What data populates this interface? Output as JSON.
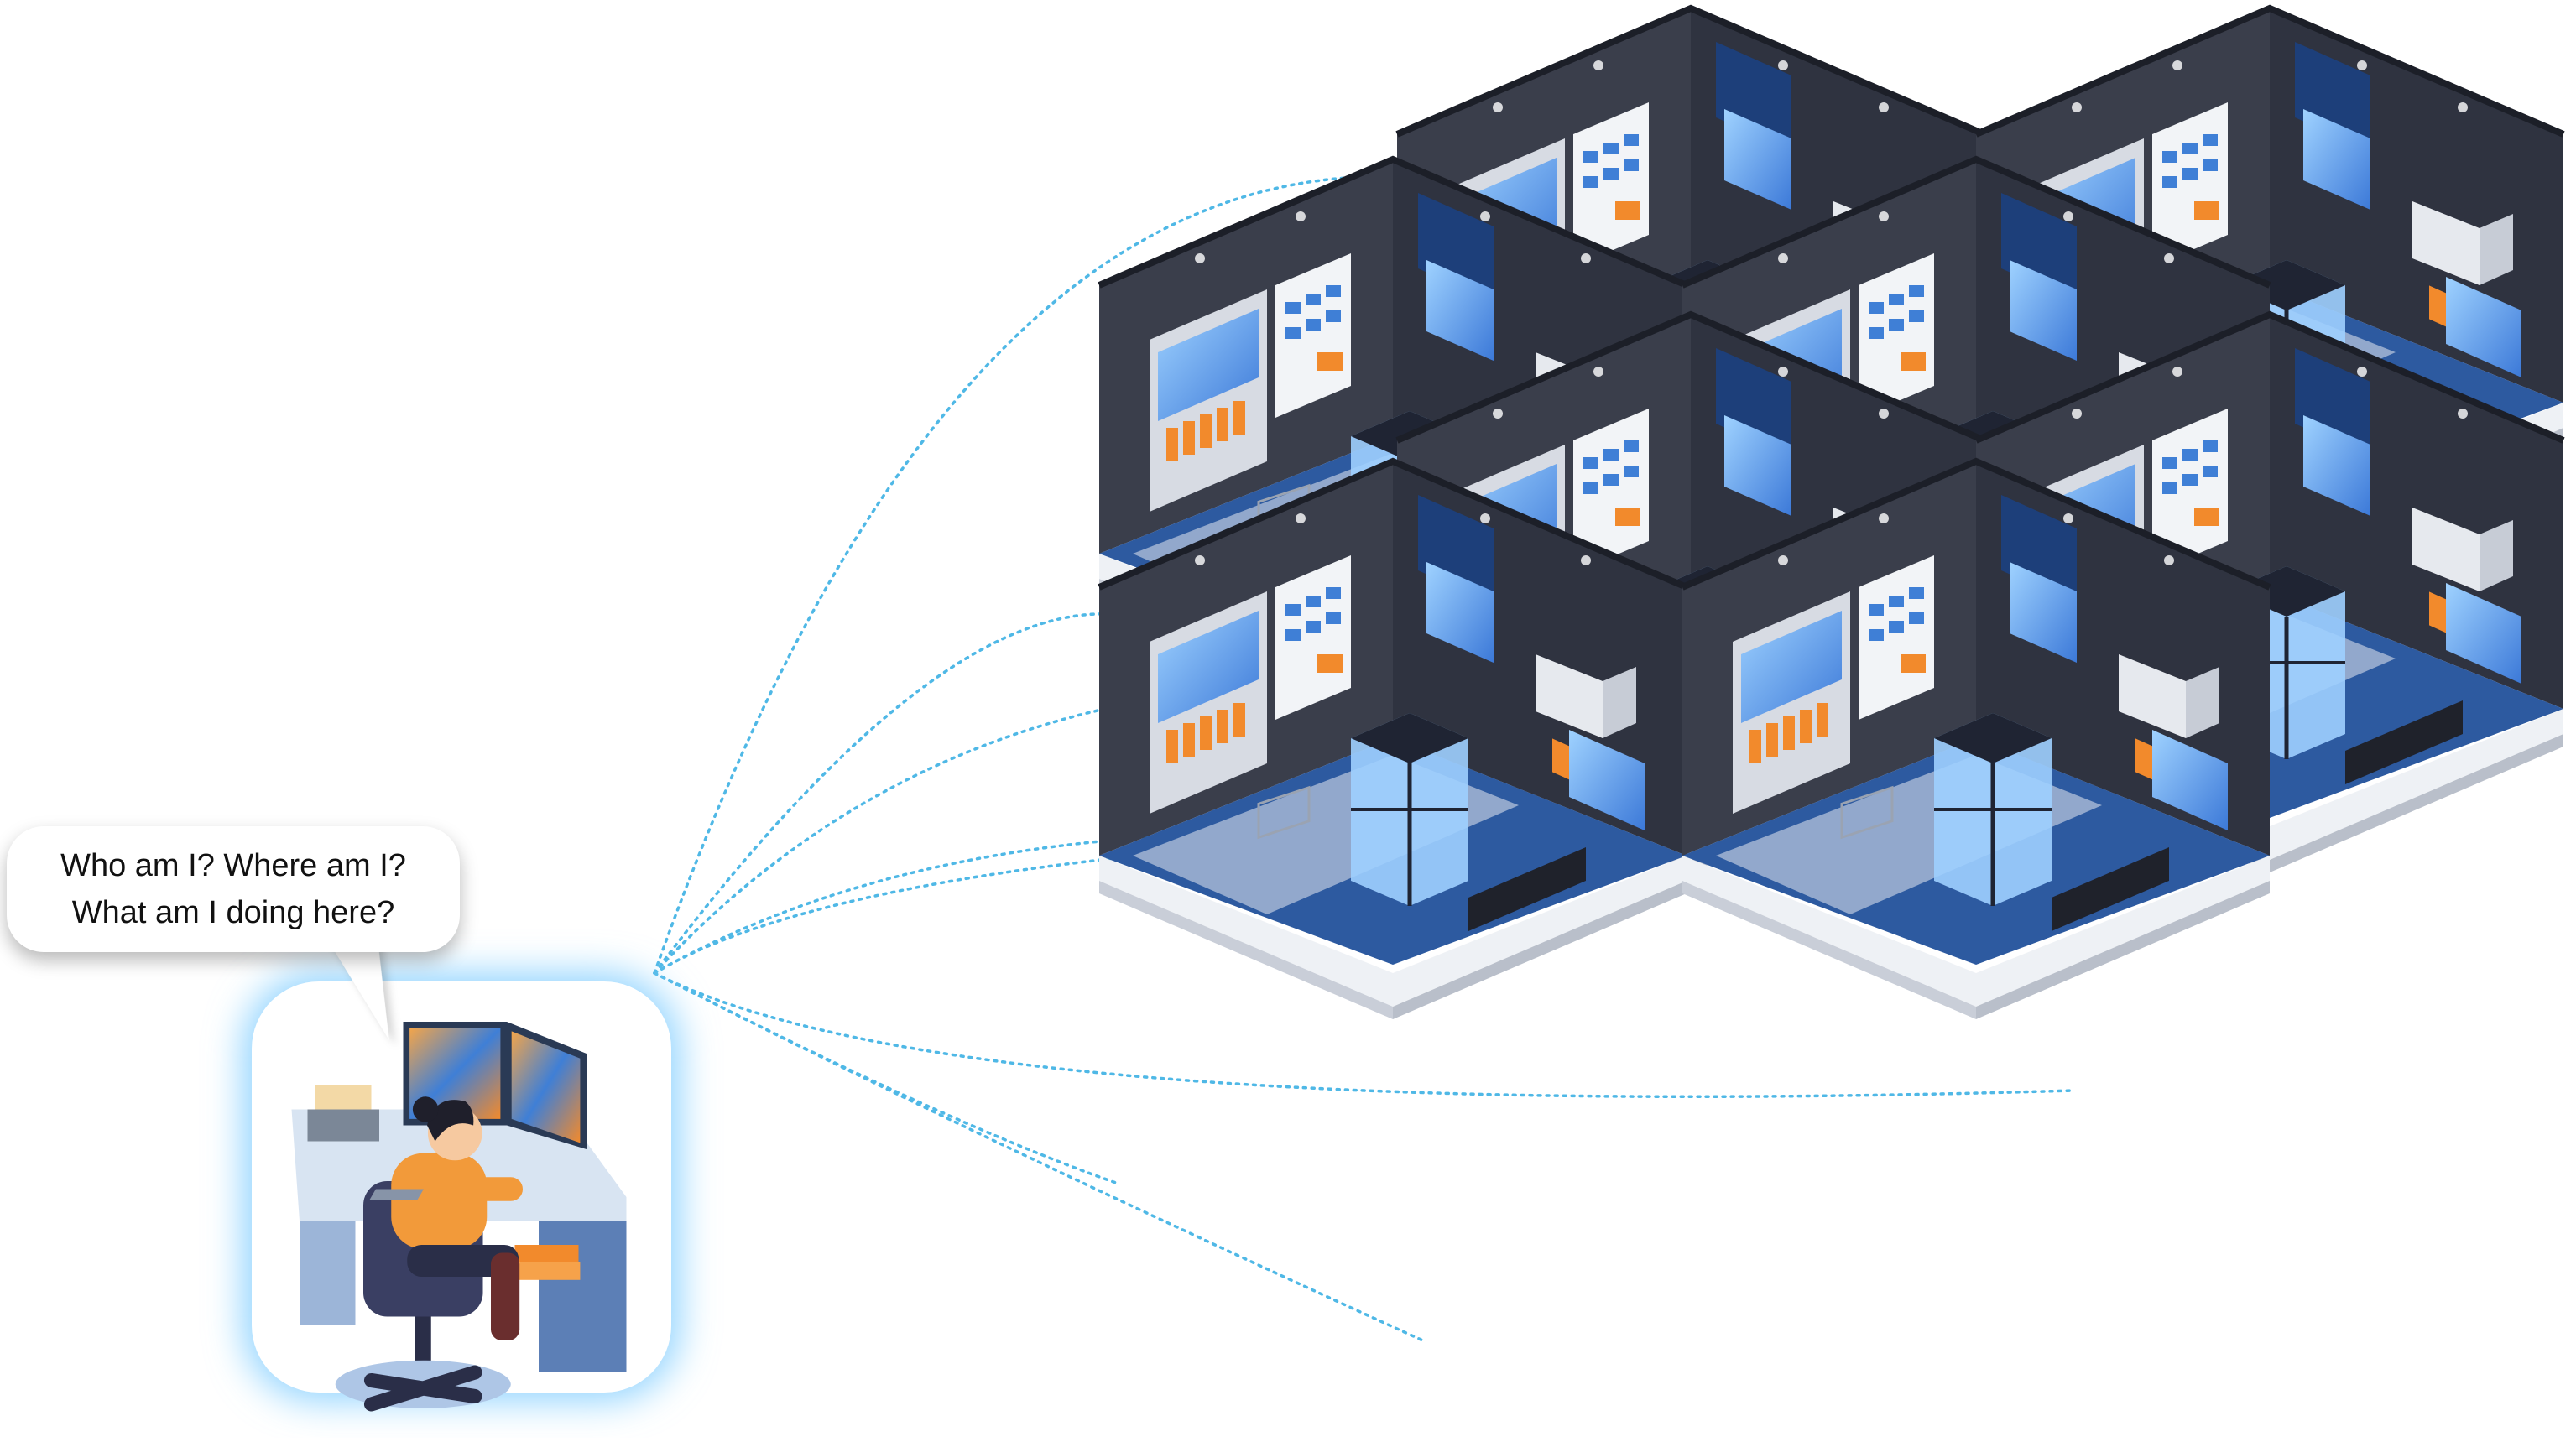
{
  "speech_bubble": {
    "line1": "Who am I? Where am I?",
    "line2": "What am I doing here?"
  },
  "agent": {
    "icon": "person-at-desk-icon"
  },
  "rooms": {
    "icon": "isometric-store-room-icon",
    "count": 8
  },
  "links": {
    "icon": "dotted-connection-lines",
    "count": 8
  },
  "colors": {
    "accent": "#4fb8e6",
    "room_floor": "#2d5aa0",
    "room_wall": "#3b3f4c",
    "room_platform": "#f0f2f5",
    "shelf_orange": "#f28a2c",
    "glow": "#8fd3ff"
  }
}
